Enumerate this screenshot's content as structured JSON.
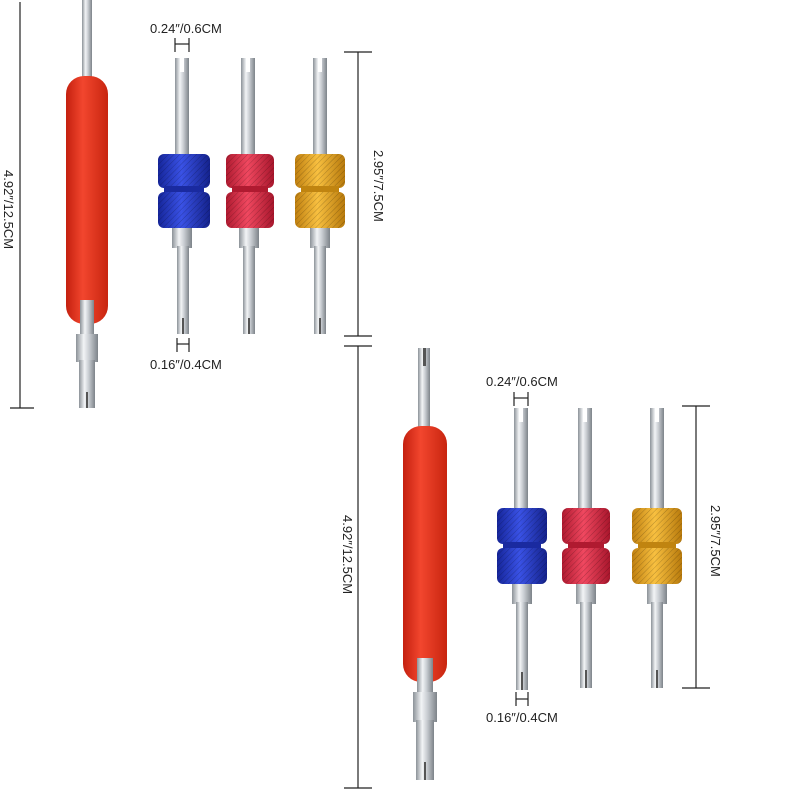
{
  "colors": {
    "background": "#ffffff",
    "handle_red": "#e8321e",
    "collar_blue": "#2238c8",
    "collar_red": "#e0304a",
    "collar_gold": "#e8a820",
    "metal": "#c8ccd0",
    "dimension_line": "#222222"
  },
  "top_group": {
    "overall_length_label": "4.92″/12.5CM",
    "tip_width_top_label": "0.24″/0.6CM",
    "tip_width_bottom_label": "0.16″/0.4CM",
    "core_tool_length_label": "2.95″/7.5CM",
    "tools": [
      "red-handle-valve-tool",
      "blue-core-tool",
      "red-core-tool",
      "gold-core-tool"
    ]
  },
  "bottom_group": {
    "overall_length_label": "4.92″/12.5CM",
    "tip_width_top_label": "0.24″/0.6CM",
    "tip_width_bottom_label": "0.16″/0.4CM",
    "core_tool_length_label": "2.95″/7.5CM",
    "tools": [
      "red-handle-valve-tool",
      "blue-core-tool",
      "red-core-tool",
      "gold-core-tool"
    ]
  }
}
